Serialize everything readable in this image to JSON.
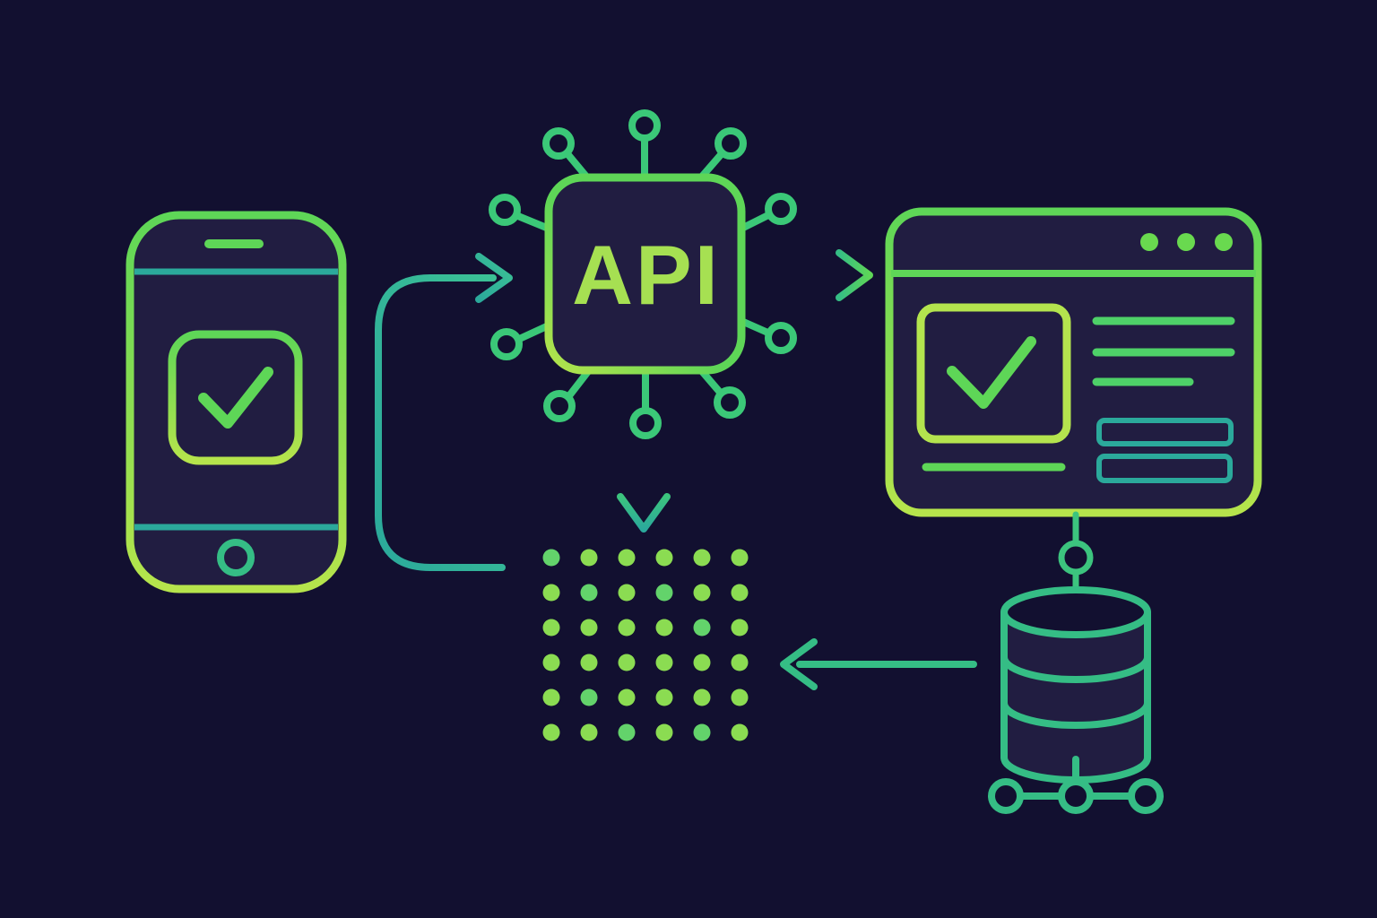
{
  "api": {
    "label": "API"
  },
  "icons": {
    "phone": "smartphone-with-checkmark-icon",
    "api_chip": "api-microchip-icon",
    "browser": "browser-window-with-checkmark-icon",
    "database": "database-cylinder-icon",
    "data_grid": "data-dots-grid-icon"
  },
  "api_chip": {
    "pins": 10
  },
  "browser": {
    "window_dots": 3,
    "text_lines": 3,
    "input_boxes": 2,
    "caption_lines": 1
  },
  "data_grid": {
    "rows": 6,
    "cols": 6
  },
  "database": {
    "bands": 3,
    "leaf_nodes": 3
  },
  "arrows": [
    {
      "from": "data-grid",
      "to": "api-chip",
      "shape": "loop-up",
      "color": "teal"
    },
    {
      "from": "api-chip",
      "to": "browser-window",
      "shape": "straight-right",
      "color": "green"
    },
    {
      "from": "api-chip",
      "to": "data-grid",
      "shape": "straight-down",
      "color": "teal-green"
    },
    {
      "from": "database",
      "to": "data-grid",
      "shape": "straight-left",
      "color": "teal-green"
    }
  ],
  "colors": {
    "background": "#121030",
    "panel": "#211d41",
    "green": "#5ed657",
    "yellow_green": "#b6e44c",
    "teal": "#2ba99b",
    "teal_bright": "#3cc295",
    "mid_green": "#3cc47e",
    "db_green": "#35bd85",
    "line_green": "#4ed168",
    "dot_green": "#8bdc52",
    "dot_green_alt": "#63d36b",
    "api_text": "#a6e052",
    "pin_green": "#3bc878",
    "window_dot": "#69d94f",
    "card_border": "#b4e44e"
  }
}
